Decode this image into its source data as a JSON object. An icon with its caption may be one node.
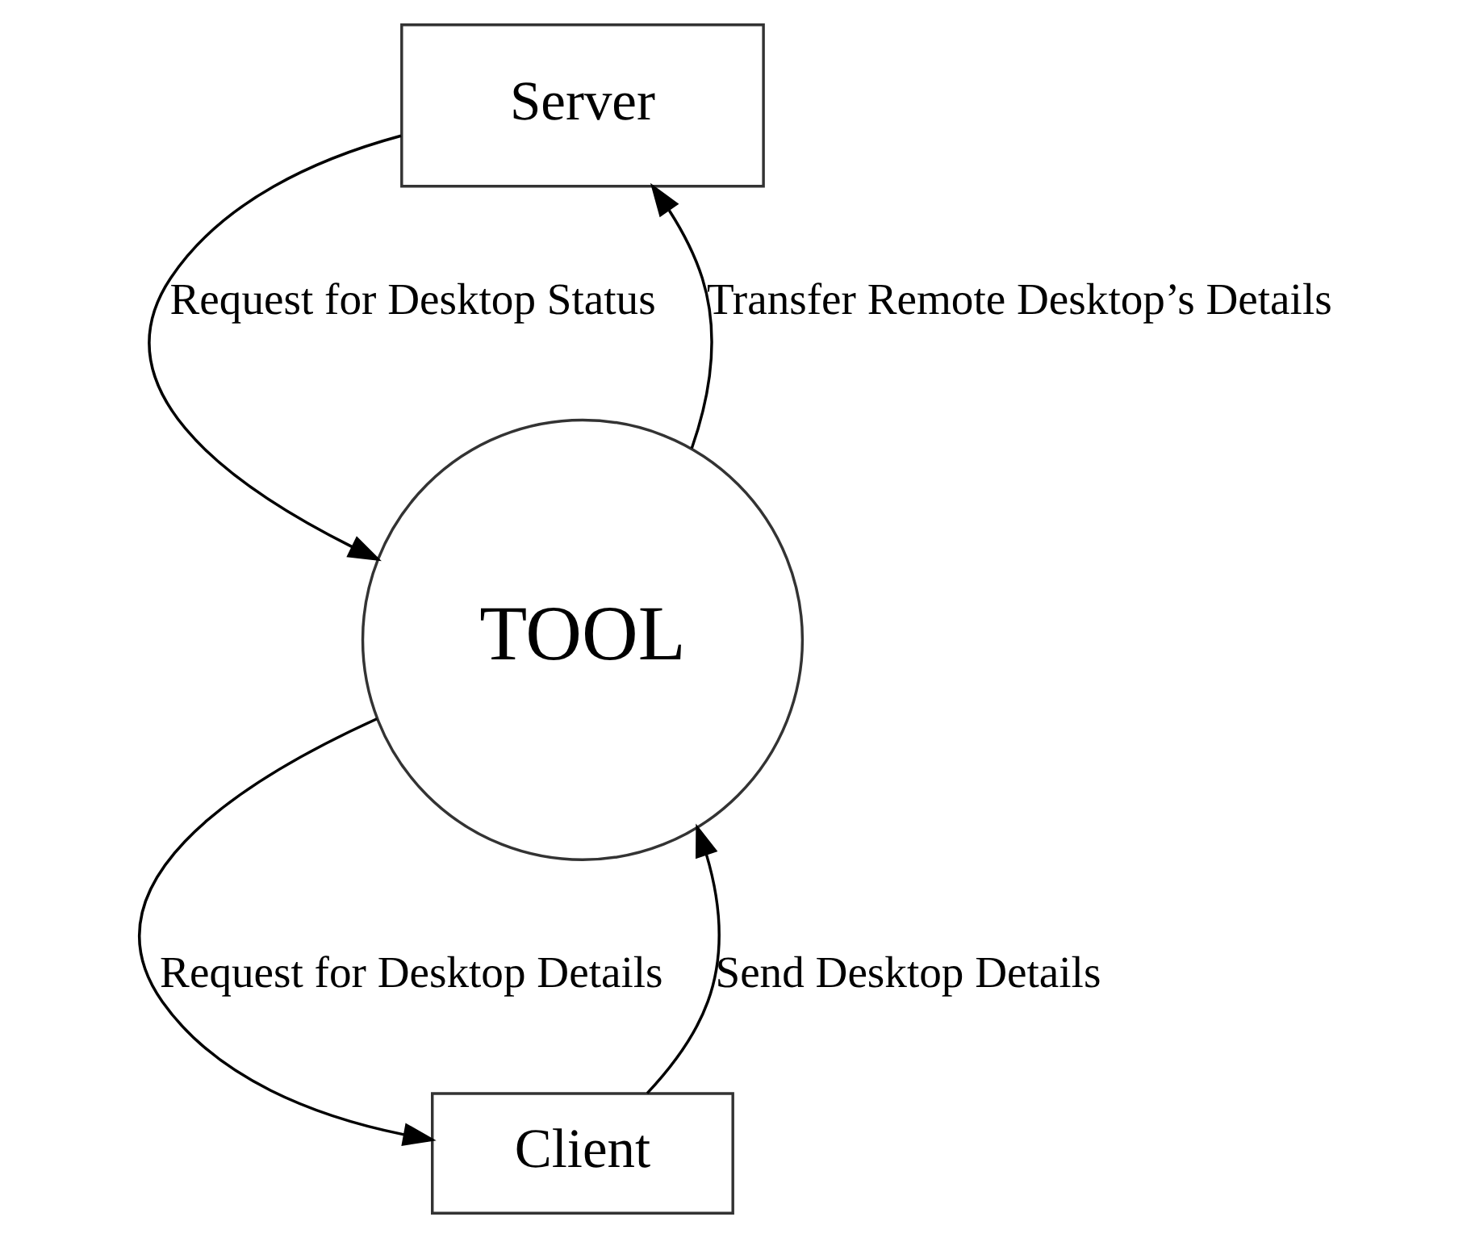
{
  "diagram": {
    "nodes": [
      {
        "text": [
          "Server"
        ]
      },
      {
        "text": [
          "TOOL"
        ]
      },
      {
        "text": [
          "Client"
        ]
      }
    ],
    "edges": [
      {
        "from": 0,
        "to": 1,
        "arrow": "to",
        "label": "Request for Desktop Status"
      },
      {
        "from": 1,
        "to": 0,
        "arrow": "to",
        "label": "Transfer Remote Desktop’s Details"
      },
      {
        "from": 1,
        "to": 2,
        "arrow": "to",
        "label": "Request for Desktop Details"
      },
      {
        "from": 2,
        "to": 1,
        "arrow": "to",
        "label": "Send Desktop Details"
      }
    ]
  }
}
